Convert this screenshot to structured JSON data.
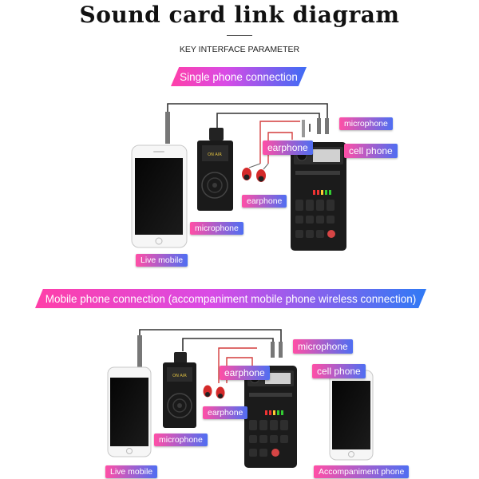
{
  "title": "Sound card link diagram",
  "subtitle": "KEY INTERFACE PARAMETER",
  "sections": [
    {
      "heading": "Single phone connection",
      "labels": {
        "microphone_top": "microphone",
        "earphone_top": "earphone",
        "cell_phone": "cell phone",
        "earphone_bottom": "earphone",
        "microphone_bottom": "microphone",
        "live_mobile": "Live mobile"
      }
    },
    {
      "heading": "Mobile phone connection (accompaniment mobile phone wireless connection)",
      "labels": {
        "microphone_top": "microphone",
        "earphone_top": "earphone",
        "cell_phone": "cell phone",
        "earphone_bottom": "earphone",
        "microphone_bottom": "microphone",
        "live_mobile": "Live mobile",
        "accompaniment_phone": "Accompaniment phone"
      }
    }
  ],
  "colors": {
    "banner_start": "#ff3fa8",
    "banner_end": "#3d6cf5",
    "cable": "#333333",
    "cable_red": "#d43c3c"
  }
}
